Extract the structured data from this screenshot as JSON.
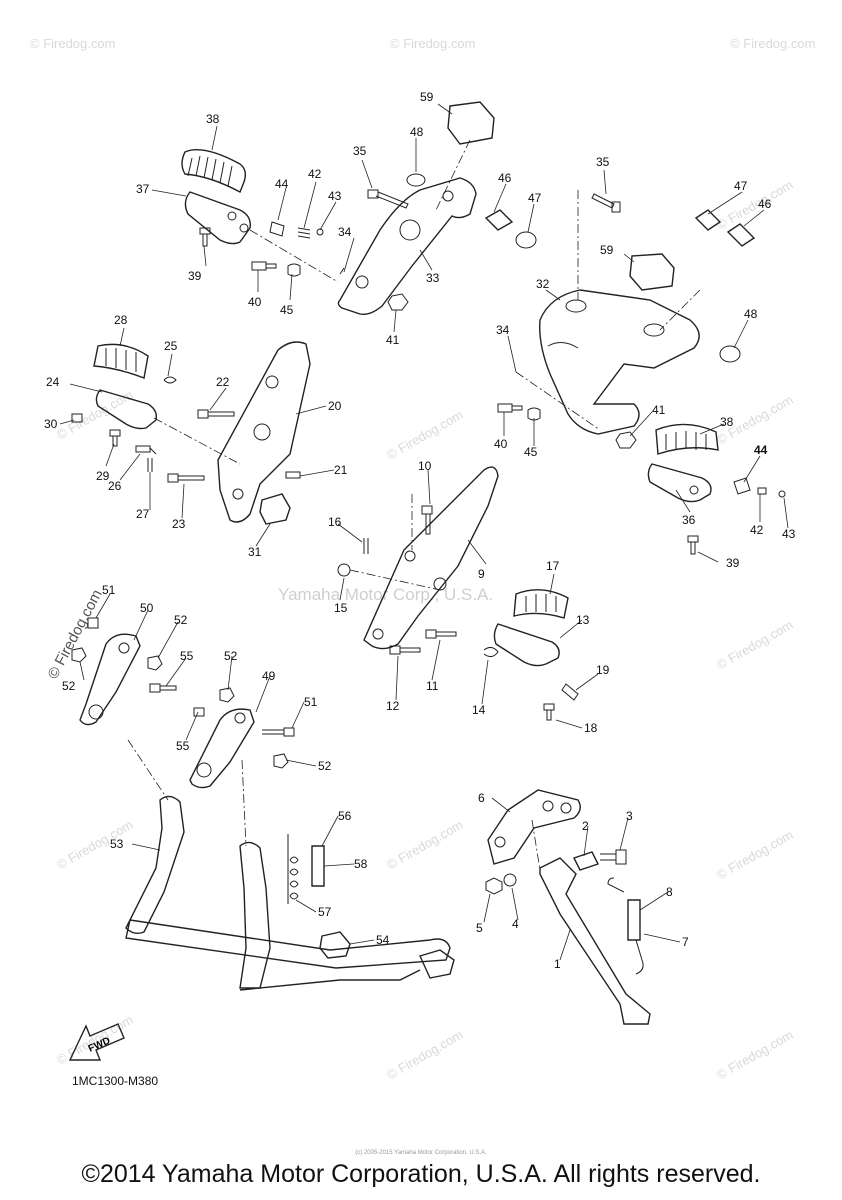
{
  "diagram_code": "1MC1300-M380",
  "copyright": "©2014 Yamaha Motor Corporation, U.S.A. All rights reserved.",
  "center_watermark": "Yamaha Motor Corp., U.S.A.",
  "watermark_text": "© Firedog.com",
  "fine_print": "(c) 2005-2015 Yamaha Motor Corporation, U.S.A.",
  "fwd_label": "FWD",
  "callouts": {
    "c1": "1",
    "c2": "2",
    "c3": "3",
    "c4": "4",
    "c5": "5",
    "c6": "6",
    "c7": "7",
    "c8": "8",
    "c9": "9",
    "c10": "10",
    "c11": "11",
    "c12": "12",
    "c13": "13",
    "c14": "14",
    "c15": "15",
    "c16": "16",
    "c17": "17",
    "c18": "18",
    "c19": "19",
    "c20": "20",
    "c21": "21",
    "c22": "22",
    "c23": "23",
    "c24": "24",
    "c25": "25",
    "c26": "26",
    "c27": "27",
    "c28": "28",
    "c29": "29",
    "c30": "30",
    "c31": "31",
    "c32": "32",
    "c33": "33",
    "c34a": "34",
    "c34b": "34",
    "c35a": "35",
    "c35b": "35",
    "c36": "36",
    "c37": "37",
    "c38a": "38",
    "c38b": "38",
    "c39a": "39",
    "c39b": "39",
    "c40a": "40",
    "c40b": "40",
    "c41a": "41",
    "c41b": "41",
    "c42a": "42",
    "c42b": "42",
    "c43a": "43",
    "c43b": "43",
    "c44a": "44",
    "c44b": "44",
    "c45a": "45",
    "c45b": "45",
    "c46a": "46",
    "c46b": "46",
    "c47a": "47",
    "c47b": "47",
    "c48a": "48",
    "c48b": "48",
    "c49": "49",
    "c50": "50",
    "c51a": "51",
    "c51b": "51",
    "c52a": "52",
    "c52b": "52",
    "c52c": "52",
    "c52d": "52",
    "c53": "53",
    "c54": "54",
    "c55a": "55",
    "c55b": "55",
    "c56": "56",
    "c57": "57",
    "c58": "58",
    "c59a": "59",
    "c59b": "59"
  }
}
